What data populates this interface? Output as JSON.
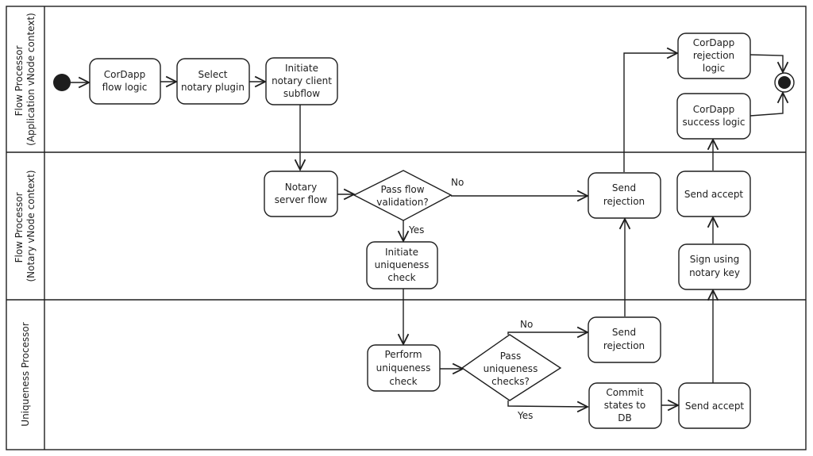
{
  "lanes": [
    {
      "id": "app",
      "label_lines": [
        "Flow Processor",
        "(Application vNode context)"
      ]
    },
    {
      "id": "notary",
      "label_lines": [
        "Flow Processor",
        "(Notary vNode context)"
      ]
    },
    {
      "id": "uniq",
      "label_lines": [
        "Uniqueness Processor"
      ]
    }
  ],
  "nodes": [
    {
      "id": "cordapp-flow-logic",
      "lines": [
        "CorDapp",
        "flow logic"
      ]
    },
    {
      "id": "select-notary-plugin",
      "lines": [
        "Select",
        "notary plugin"
      ]
    },
    {
      "id": "initiate-notary-client-subflow",
      "lines": [
        "Initiate",
        "notary client",
        "subflow"
      ]
    },
    {
      "id": "cordapp-rejection-logic",
      "lines": [
        "CorDapp",
        "rejection",
        "logic"
      ]
    },
    {
      "id": "cordapp-success-logic",
      "lines": [
        "CorDapp",
        "success logic"
      ]
    },
    {
      "id": "notary-server-flow",
      "lines": [
        "Notary",
        "server flow"
      ]
    },
    {
      "id": "pass-flow-validation",
      "lines": [
        "Pass flow",
        "validation?"
      ]
    },
    {
      "id": "send-rejection-notary",
      "lines": [
        "Send",
        "rejection"
      ]
    },
    {
      "id": "send-accept-notary",
      "lines": [
        "Send accept"
      ]
    },
    {
      "id": "initiate-uniqueness-check",
      "lines": [
        "Initiate",
        "uniqueness",
        "check"
      ]
    },
    {
      "id": "sign-using-notary-key",
      "lines": [
        "Sign using",
        "notary key"
      ]
    },
    {
      "id": "perform-uniqueness-check",
      "lines": [
        "Perform",
        "uniqueness",
        "check"
      ]
    },
    {
      "id": "pass-uniqueness-checks",
      "lines": [
        "Pass",
        "uniqueness",
        "checks?"
      ]
    },
    {
      "id": "send-rejection-uniqueness",
      "lines": [
        "Send",
        "rejection"
      ]
    },
    {
      "id": "commit-states-to-db",
      "lines": [
        "Commit",
        "states to",
        "DB"
      ]
    },
    {
      "id": "send-accept-uniqueness",
      "lines": [
        "Send accept"
      ]
    }
  ],
  "edge_labels": {
    "flow_no": "No",
    "flow_yes": "Yes",
    "uniq_no": "No",
    "uniq_yes": "Yes"
  }
}
